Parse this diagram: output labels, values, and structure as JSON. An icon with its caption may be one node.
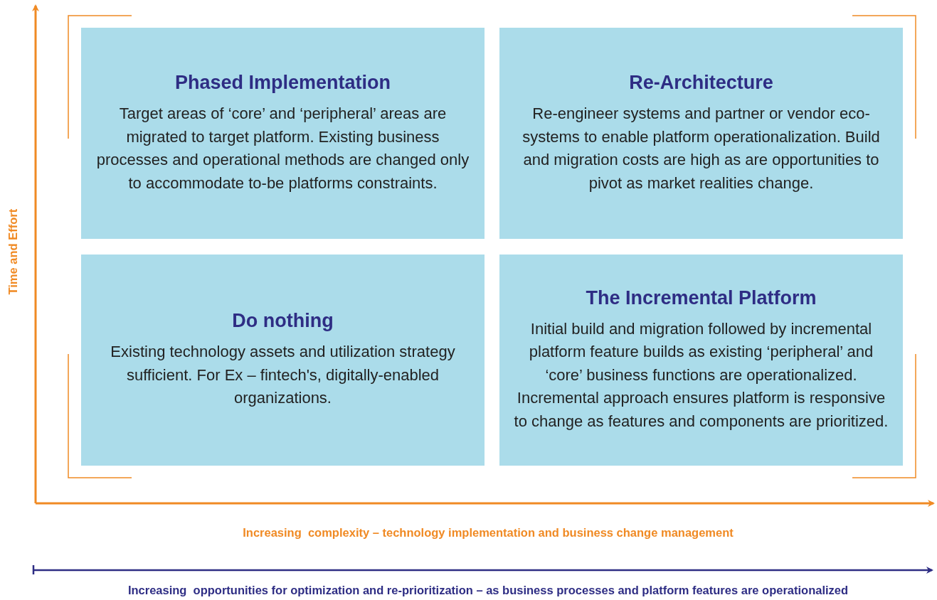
{
  "diagram": {
    "nodes": [
      {
        "text": [
          "Phased Implementation",
          "Target areas of ‘core’ and ‘peripheral’ areas are migrated to target platform. Existing business processes and operational methods are changed only to accommodate to-be platforms constraints."
        ]
      },
      {
        "text": [
          "Re-Architecture",
          "Re-engineer systems and partner or vendor eco-systems to enable platform operationalization. Build and migration costs are high as are opportunities to pivot as market realities change."
        ]
      },
      {
        "text": [
          "Do nothing",
          "Existing technology assets and utilization strategy sufficient. For Ex – fintech's, digitally-enabled organizations."
        ]
      },
      {
        "text": [
          "The Incremental Platform",
          "Initial build and migration followed by incremental platform feature builds as existing ‘peripheral’ and ‘core’ business functions are operationalized. Incremental approach ensures platform is responsive to change as features and components are prioritized."
        ]
      }
    ],
    "labels": [
      "Time and Effort",
      "Increasing  complexity – technology implementation and business change management",
      "Increasing  opportunities for optimization and re-prioritization – as business processes and platform features are operationalized"
    ]
  }
}
